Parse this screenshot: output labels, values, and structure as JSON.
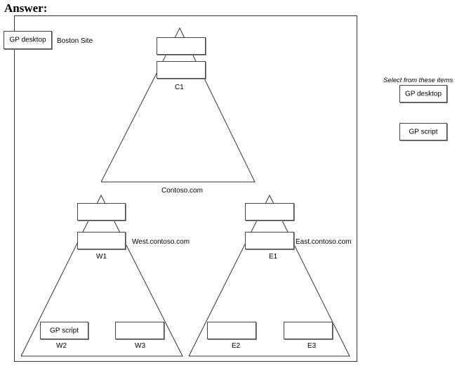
{
  "heading": "Answer:",
  "site": {
    "name": "Boston Site"
  },
  "placed": {
    "site_gpo": "GP desktop",
    "w2_gpo": "GP script"
  },
  "domains": {
    "root": {
      "name": "Contoso.com",
      "dc": "C1"
    },
    "west": {
      "name": "West.contoso.com",
      "dc": "W1",
      "ous": [
        "W2",
        "W3"
      ]
    },
    "east": {
      "name": "East.contoso.com",
      "dc": "E1",
      "ous": [
        "E2",
        "E3"
      ]
    }
  },
  "palette": {
    "title": "Select from these items",
    "items": [
      "GP desktop",
      "GP script"
    ]
  }
}
